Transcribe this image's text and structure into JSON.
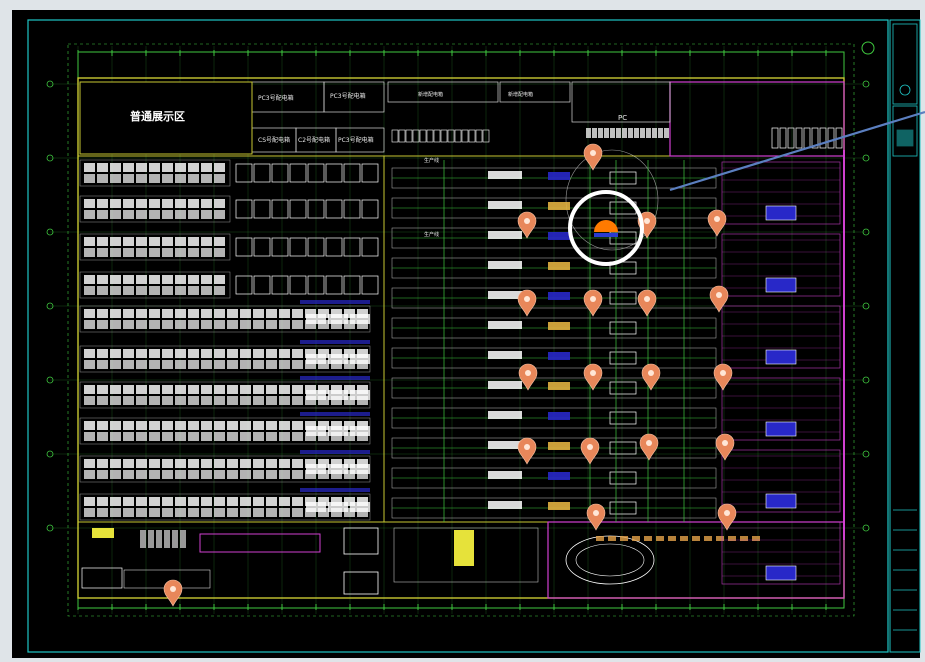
{
  "zones": {
    "exhibition_area": "普通展示区",
    "pc_zone_1": "PC3号配电箱",
    "pc_zone_2": "PC3号配电箱",
    "pc_zone_3": "CS号配电箱",
    "pc_zone_4": "C2号配电箱",
    "pc_zone_5": "PC3号配电箱",
    "top_box_1": "新增配电箱",
    "top_box_2": "新增配电箱",
    "row_label_1": "生产线",
    "row_label_2": "生产线",
    "pc_mark": "PC"
  },
  "pins": {
    "color": "#e8875a",
    "count": 18
  },
  "highlight": {
    "ring_color": "#ffffff",
    "leader_color": "#5b7fc0",
    "marker_color": "#ff7a00"
  },
  "colors": {
    "background": "#000000",
    "frame": "#1fc6c6",
    "grid": "#3fc93f",
    "wall": "#c8c832",
    "magenta": "#d040d0",
    "blue_equipment": "#2828c8"
  }
}
